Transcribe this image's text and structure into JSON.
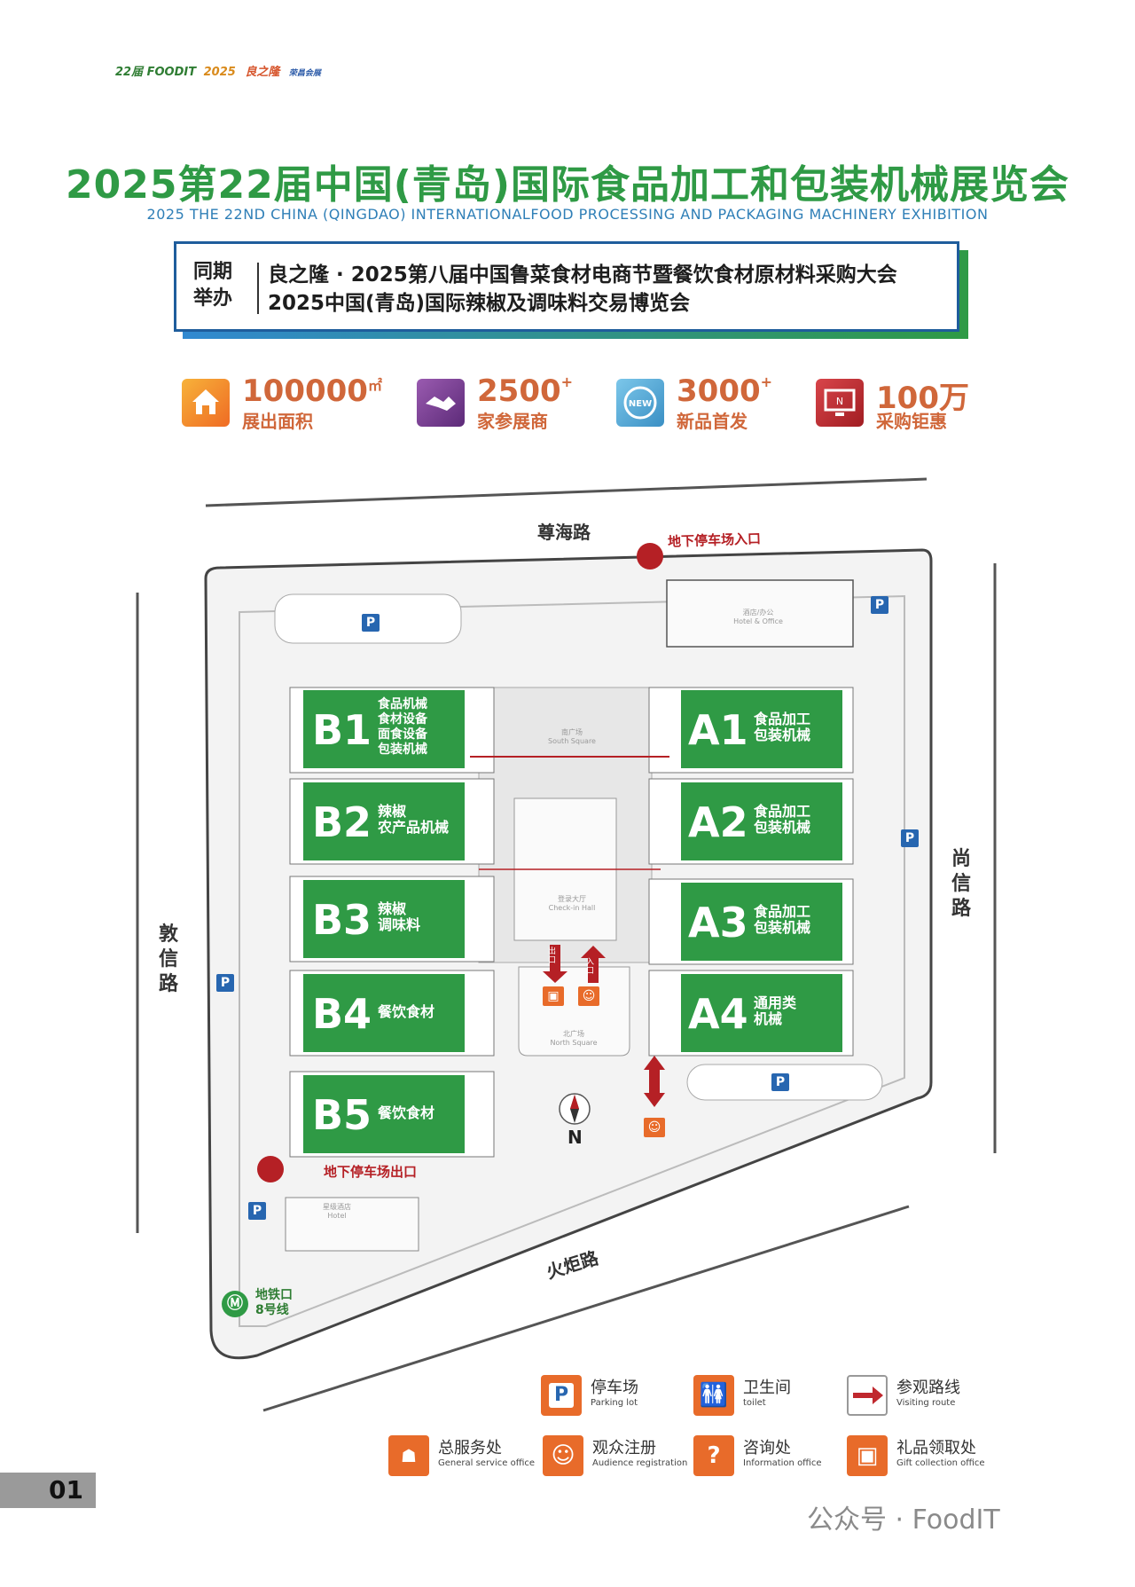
{
  "header": {
    "brand": "22届 FOODIT",
    "brand_year": "2025",
    "brand_partner": "良之隆",
    "brand_partner2": "荣昌会展"
  },
  "title": {
    "cn": "2025第22届中国(青岛)国际食品加工和包装机械展览会",
    "en": "2025 THE 22ND CHINA (QINGDAO) INTERNATIONALFOOD PROCESSING AND PACKAGING MACHINERY EXHIBITION"
  },
  "concurrent": {
    "label_line1": "同期",
    "label_line2": "举办",
    "event1": "良之隆 · 2025第八届中国鲁菜食材电商节暨餐饮食材原材料采购大会",
    "event2": "2025中国(青岛)国际辣椒及调味料交易博览会"
  },
  "stats": [
    {
      "value": "100000",
      "sup": "㎡",
      "label": "展出面积",
      "icon": "house-icon",
      "color": "#f0892b"
    },
    {
      "value": "2500",
      "sup": "+",
      "label": "家参展商",
      "icon": "handshake-icon",
      "color": "#7b3c91"
    },
    {
      "value": "3000",
      "sup": "+",
      "label": "新品首发",
      "icon": "new-badge-icon",
      "color": "#5aa9d6"
    },
    {
      "value": "100万",
      "sup": "",
      "label": "采购钜惠",
      "icon": "monitor-icon",
      "color": "#c0282e"
    }
  ],
  "map": {
    "roads": {
      "north": "尊海路",
      "east": "尚信路",
      "west": "敦信路",
      "south": "火炬路"
    },
    "parking_entrance": "地下停车场入口",
    "parking_exit": "地下停车场出口",
    "hotel_office": {
      "cn": "酒店/办公",
      "en": "Hotel & Office"
    },
    "south_square": {
      "cn": "南广场",
      "en": "South Square"
    },
    "north_square": {
      "cn": "北广场",
      "en": "North Square"
    },
    "checkin_hall": {
      "cn": "登录大厅",
      "en": "Check-in Hall"
    },
    "star_hotel": {
      "cn": "星级酒店",
      "en": "Hotel"
    },
    "metro": {
      "line1": "地铁口",
      "line2": "8号线"
    },
    "exit_label": "出口",
    "entry_label": "入口",
    "compass": "N",
    "parking_symbol": "P",
    "halls_a": [
      {
        "code": "A1",
        "desc": [
          "食品加工",
          "包装机械"
        ]
      },
      {
        "code": "A2",
        "desc": [
          "食品加工",
          "包装机械"
        ]
      },
      {
        "code": "A3",
        "desc": [
          "食品加工",
          "包装机械"
        ]
      },
      {
        "code": "A4",
        "desc": [
          "通用类",
          "机械"
        ]
      }
    ],
    "halls_b": [
      {
        "code": "B1",
        "desc": [
          "食品机械",
          "食材设备",
          "面食设备",
          "包装机械"
        ]
      },
      {
        "code": "B2",
        "desc": [
          "辣椒",
          "农产品机械"
        ]
      },
      {
        "code": "B3",
        "desc": [
          "辣椒",
          "调味料"
        ]
      },
      {
        "code": "B4",
        "desc": [
          "餐饮食材"
        ]
      },
      {
        "code": "B5",
        "desc": [
          "餐饮食材"
        ]
      }
    ]
  },
  "legend": [
    {
      "cn": "停车场",
      "en": "Parking lot",
      "icon": "parking-icon",
      "color": "#e86b2a"
    },
    {
      "cn": "卫生间",
      "en": "toilet",
      "icon": "toilet-icon",
      "color": "#e86b2a"
    },
    {
      "cn": "参观路线",
      "en": "Visiting route",
      "icon": "route-arrow-icon",
      "color": "#c0282e"
    },
    {
      "cn": "总服务处",
      "en": "General service office",
      "icon": "service-desk-icon",
      "color": "#e86b2a"
    },
    {
      "cn": "观众注册",
      "en": "Audience registration",
      "icon": "registration-icon",
      "color": "#e86b2a"
    },
    {
      "cn": "咨询处",
      "en": "Information office",
      "icon": "info-icon",
      "color": "#e86b2a"
    },
    {
      "cn": "礼品领取处",
      "en": "Gift collection office",
      "icon": "gift-icon",
      "color": "#e86b2a"
    }
  ],
  "page_number": "01",
  "watermark": "公众号 · FoodIT"
}
